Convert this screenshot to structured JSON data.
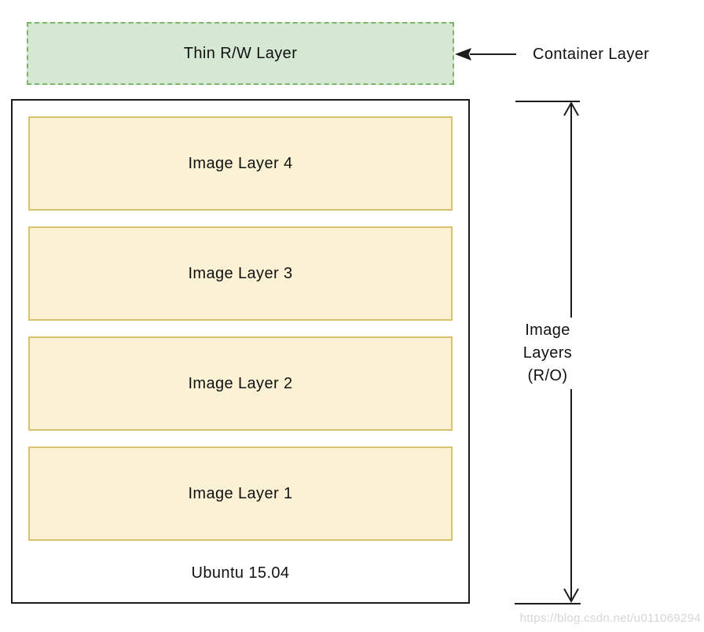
{
  "diagram": {
    "container_box": {
      "label": "Thin R/W Layer"
    },
    "container_callout": {
      "label": "Container Layer"
    },
    "image_stack": {
      "layers": [
        {
          "label": "Image Layer 4"
        },
        {
          "label": "Image Layer 3"
        },
        {
          "label": "Image Layer 2"
        },
        {
          "label": "Image Layer 1"
        }
      ],
      "base_label": "Ubuntu 15.04"
    },
    "measure_label_lines": [
      "Image",
      "Layers",
      "(R/O)"
    ]
  },
  "watermark": {
    "text": "https://blog.csdn.net/u011069294"
  },
  "colors": {
    "container_fill": "#d5e8d4",
    "container_border": "#82b366",
    "layer_fill": "#fbf2d5",
    "layer_border": "#d9c26b",
    "stack_border": "#1c1c1c",
    "connector_line": "#1c1c1c",
    "text": "#111111",
    "watermark_text": "#d6d6d6"
  }
}
